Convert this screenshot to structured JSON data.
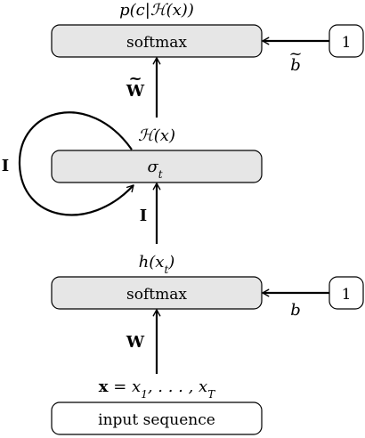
{
  "nodes": {
    "top_softmax": {
      "label": "softmax",
      "caption": "p(c|ℋ(x))"
    },
    "sigma": {
      "label": "σ",
      "sub": "t",
      "caption": "ℋ(x)"
    },
    "bottom_softmax": {
      "label": "softmax",
      "caption": "h(x",
      "caption_sub": "t",
      "caption_end": ")"
    },
    "input": {
      "label": "input sequence",
      "caption": "x = x",
      "caption_sub1": "1",
      "caption_mid": ", . . . , x",
      "caption_sub2": "T"
    }
  },
  "bias_nodes": {
    "top": {
      "value": "1",
      "edge_label": "b",
      "edge_label_accent": "~"
    },
    "bottom": {
      "value": "1",
      "edge_label": "b"
    }
  },
  "edge_labels": {
    "w": "W",
    "w_tilde": "W",
    "w_tilde_accent": "~",
    "identity_vertical": "I",
    "identity_loop": "I"
  }
}
